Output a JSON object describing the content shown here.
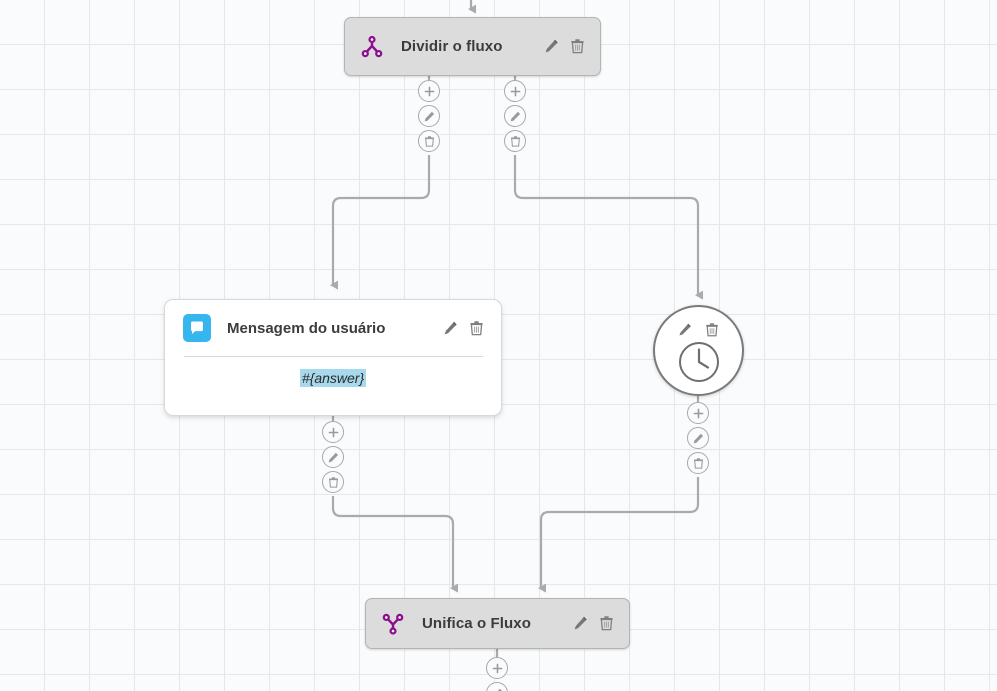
{
  "canvas": {
    "background_color": "#fafbfc",
    "grid_color": "#e3e8ef",
    "grid_size": 45
  },
  "palette": {
    "node_grey_fill": "#dcdcdc",
    "node_grey_border": "#b4b4b4",
    "node_white_fill": "#ffffff",
    "purple_accent": "#8e0f8e",
    "blue_accent": "#35b6ef",
    "highlight_blue": "#a7d8ec",
    "edge_color": "#aaaaaa",
    "port_border": "#a8a8a8",
    "title_color": "#3c3c3c"
  },
  "nodes": [
    {
      "id": "split",
      "type": "split-flow",
      "title": "Dividir o fluxo",
      "icon": "flow-split-icon",
      "edit_icon": "pencil-icon",
      "delete_icon": "trash-icon",
      "edit_label": "Editar",
      "delete_label": "Excluir"
    },
    {
      "id": "user-message",
      "type": "user-message",
      "title": "Mensagem do usuário",
      "icon": "chat-bubble-icon",
      "variable": "#{answer}",
      "edit_icon": "pencil-icon",
      "delete_icon": "trash-icon",
      "edit_label": "Editar",
      "delete_label": "Excluir"
    },
    {
      "id": "delay",
      "type": "delay",
      "title": "",
      "icon": "clock-icon",
      "edit_icon": "pencil-icon",
      "delete_icon": "trash-icon",
      "edit_label": "Editar",
      "delete_label": "Excluir"
    },
    {
      "id": "merge",
      "type": "merge-flow",
      "title": "Unifica o Fluxo",
      "icon": "flow-merge-icon",
      "edit_icon": "pencil-icon",
      "delete_icon": "trash-icon",
      "edit_label": "Editar",
      "delete_label": "Excluir"
    }
  ],
  "ports": {
    "add_icon": "plus-icon",
    "edit_icon": "pencil-icon",
    "delete_icon": "trash-icon",
    "add_label": "Adicionar bloco",
    "edit_label": "Editar conexão",
    "delete_label": "Excluir conexão"
  }
}
